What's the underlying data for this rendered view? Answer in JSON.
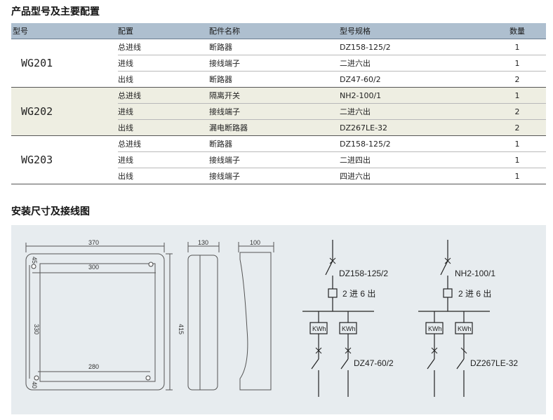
{
  "section1_title": "产品型号及主要配置",
  "section2_title": "安装尺寸及接线图",
  "table": {
    "headers": [
      "型号",
      "配置",
      "配件名称",
      "型号规格",
      "数量"
    ],
    "groups": [
      {
        "model": "WG201",
        "rows": [
          {
            "config": "总进线",
            "part": "断路器",
            "spec": "DZ158-125/2",
            "qty": "1"
          },
          {
            "config": "进线",
            "part": "接线端子",
            "spec": "二进六出",
            "qty": "1"
          },
          {
            "config": "出线",
            "part": "断路器",
            "spec": "DZ47-60/2",
            "qty": "2"
          }
        ]
      },
      {
        "model": "WG202",
        "rows": [
          {
            "config": "总进线",
            "part": "隔离开关",
            "spec": "NH2-100/1",
            "qty": "1"
          },
          {
            "config": "进线",
            "part": "接线端子",
            "spec": "二进六出",
            "qty": "2"
          },
          {
            "config": "出线",
            "part": "漏电断路器",
            "spec": "DZ267LE-32",
            "qty": "2"
          }
        ]
      },
      {
        "model": "WG203",
        "rows": [
          {
            "config": "总进线",
            "part": "断路器",
            "spec": "DZ158-125/2",
            "qty": "1"
          },
          {
            "config": "进线",
            "part": "接线端子",
            "spec": "二进四出",
            "qty": "1"
          },
          {
            "config": "出线",
            "part": "接线端子",
            "spec": "四进六出",
            "qty": "1"
          }
        ]
      }
    ]
  },
  "dimensions": {
    "width": "370",
    "hole_span_top": "300",
    "hole_span_bottom": "280",
    "height": "415",
    "hole_span_vertical": "330",
    "offset_top": "45",
    "offset_bottom": "40",
    "side_depth": "130",
    "side_depth_2": "100"
  },
  "wiring": {
    "left": {
      "main_breaker": "DZ158-125/2",
      "terminal": "2 进 6 出",
      "outlet_breaker": "DZ47-60/2",
      "meter": "KWh"
    },
    "right": {
      "main_breaker": "NH2-100/1",
      "terminal": "2 进 6 出",
      "outlet_breaker": "DZ267LE-32",
      "meter": "KWh"
    }
  }
}
